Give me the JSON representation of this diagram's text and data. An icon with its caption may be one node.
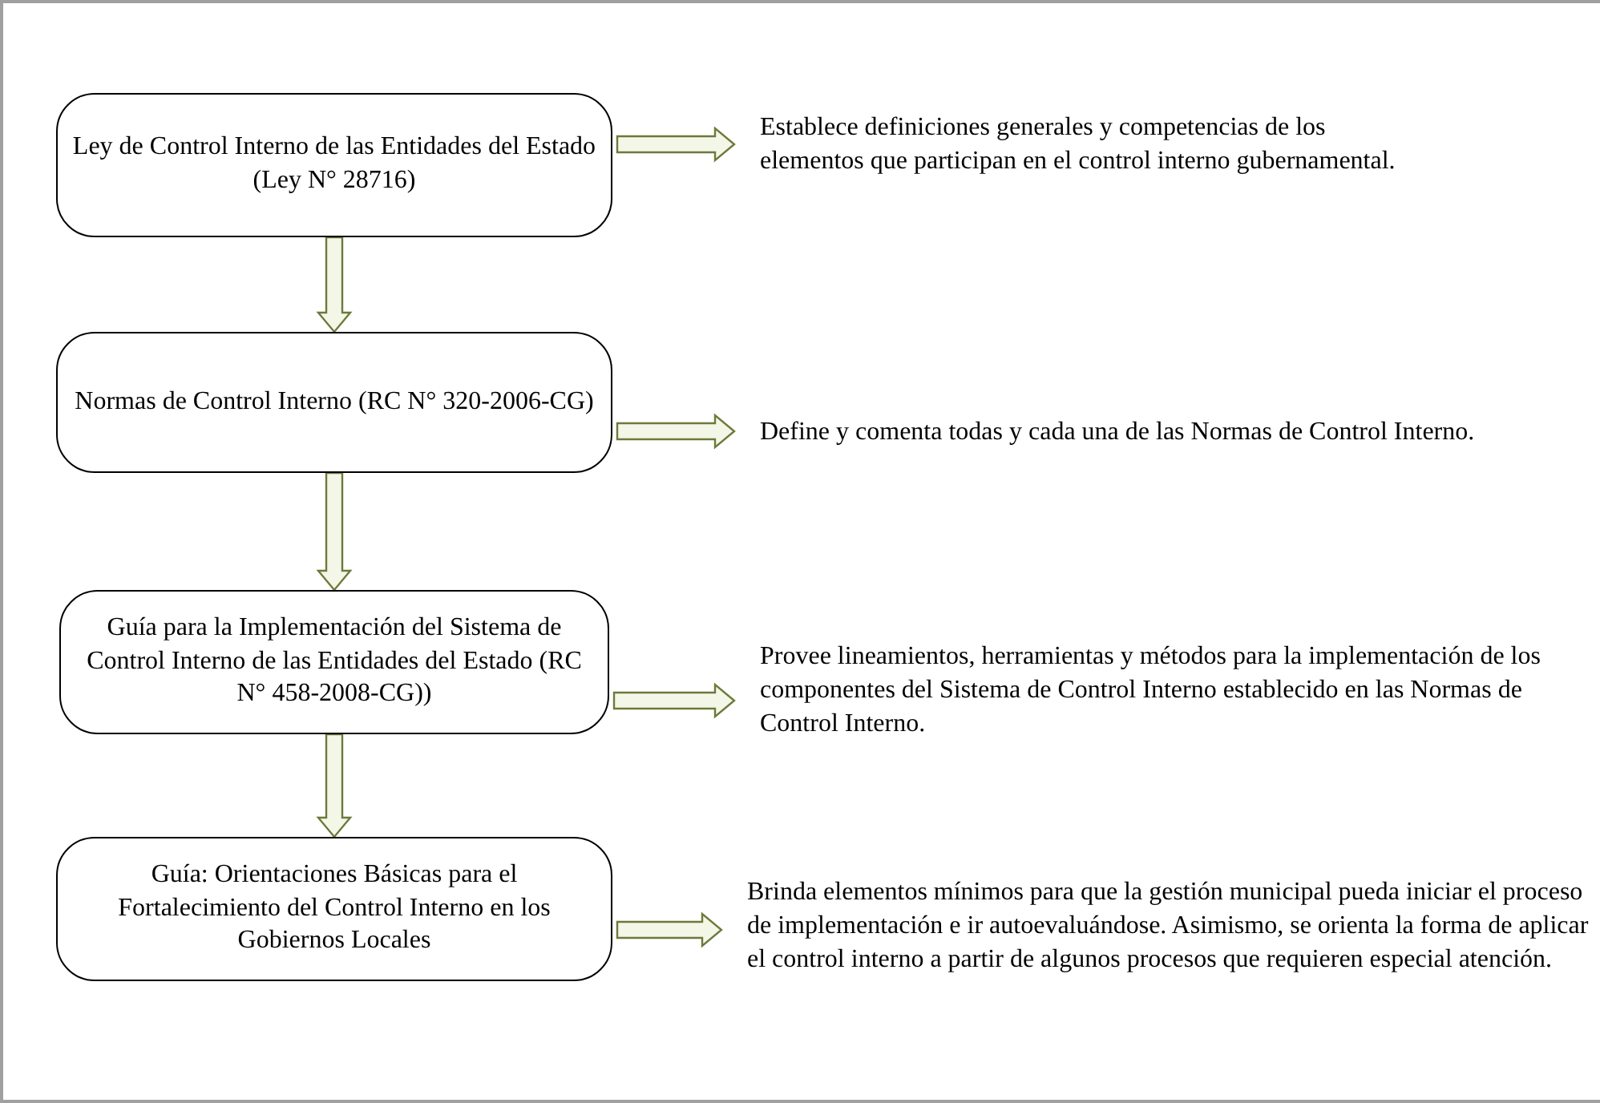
{
  "diagram": {
    "nodes": [
      {
        "text": [
          "Ley de Control Interno de las Entidades del Estado (Ley N° 28716)"
        ]
      },
      {
        "text": [
          "Establece definiciones generales y competencias de los elementos que participan en el control interno gubernamental."
        ]
      },
      {
        "text": [
          "Normas de Control Interno (RC N° 320-2006-CG)"
        ]
      },
      {
        "text": [
          "Define y comenta todas y cada una de las Normas de Control Interno."
        ]
      },
      {
        "text": [
          "Guía para la Implementación del Sistema de Control Interno de las Entidades del Estado (RC N° 458-2008-CG))"
        ]
      },
      {
        "text": [
          "Provee lineamientos, herramientas y métodos para la implementación de los componentes del Sistema de Control Interno establecido en las Normas de Control Interno."
        ]
      },
      {
        "text": [
          "Guía: Orientaciones Básicas para el Fortalecimiento del Control Interno en los Gobiernos Locales"
        ]
      },
      {
        "text": [
          "Brinda elementos mínimos para que la gestión municipal pueda iniciar el proceso de implementación e ir autoevaluándose. Asimismo, se orienta la forma de aplicar el control interno a partir de algunos procesos que requieren especial atención."
        ]
      }
    ],
    "edges": [
      {
        "from": 0,
        "to": 2,
        "arrow": "to"
      },
      {
        "from": 2,
        "to": 4,
        "arrow": "to"
      },
      {
        "from": 4,
        "to": 6,
        "arrow": "to"
      },
      {
        "from": 0,
        "to": 1,
        "arrow": "to"
      },
      {
        "from": 2,
        "to": 3,
        "arrow": "to"
      },
      {
        "from": 4,
        "to": 5,
        "arrow": "to"
      },
      {
        "from": 6,
        "to": 7,
        "arrow": "to"
      }
    ]
  }
}
